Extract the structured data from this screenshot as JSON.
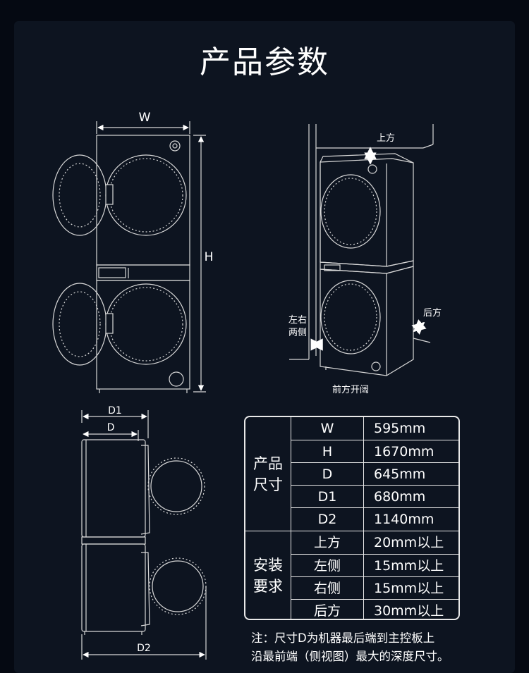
{
  "title": "产品参数",
  "front_diagram": {
    "width_label": "W",
    "height_label": "H"
  },
  "install_diagram": {
    "top_label": "上方",
    "side_label_line1": "左右",
    "side_label_line2": "两侧",
    "back_label": "后方",
    "front_label": "前方开阔"
  },
  "side_diagram": {
    "d1_label": "D1",
    "d_label": "D",
    "d2_label": "D2"
  },
  "specs": {
    "size_group": "产品\n尺寸",
    "size_rows": [
      {
        "key": "W",
        "value": "595mm"
      },
      {
        "key": "H",
        "value": "1670mm"
      },
      {
        "key": "D",
        "value": "645mm"
      },
      {
        "key": "D1",
        "value": "680mm"
      },
      {
        "key": "D2",
        "value": "1140mm"
      }
    ],
    "install_group": "安装\n要求",
    "install_rows": [
      {
        "key": "上方",
        "value": "20mm以上"
      },
      {
        "key": "左侧",
        "value": "15mm以上"
      },
      {
        "key": "右侧",
        "value": "15mm以上"
      },
      {
        "key": "后方",
        "value": "30mm以上"
      }
    ]
  },
  "note": {
    "line1": "注：尺寸D为机器最后端到主控板上",
    "line2": "沿最前端（侧视图）最大的深度尺寸。"
  },
  "colors": {
    "background": "#050912",
    "panel": "#0d1420",
    "line": "#e9e9e9"
  }
}
